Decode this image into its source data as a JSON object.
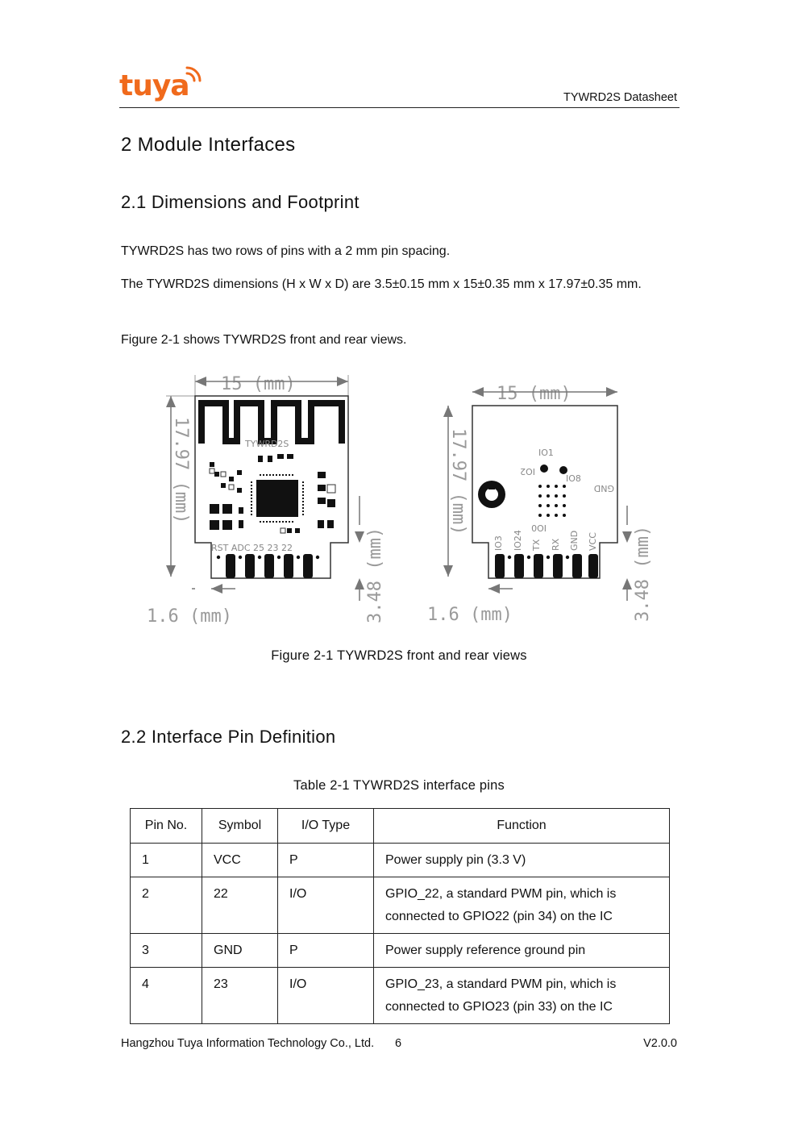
{
  "header": {
    "logo_text": "tuya",
    "doc_title": "TYWRD2S Datasheet",
    "brand_color": "#f06a1c"
  },
  "section": {
    "title": "2 Module Interfaces"
  },
  "subsection_1": {
    "title": "2.1 Dimensions and Footprint",
    "paragraphs": [
      "TYWRD2S has two rows of pins with a 2 mm pin spacing.",
      "The TYWRD2S dimensions (H x W x D) are 3.5±0.15 mm x 15±0.35 mm x 17.97±0.35 mm.",
      "Figure 2-1 shows TYWRD2S front and rear views."
    ]
  },
  "figure": {
    "caption": "Figure 2-1 TYWRD2S front and rear views",
    "front": {
      "width_label": "15 (mm)",
      "height_label": "17.97 (mm)",
      "pin_offset_label": "1.6 (mm)",
      "pin_length_label": "3.48 (mm)",
      "module_label": "TYWRD2S",
      "pin_labels": "RST ADC 25 23 22"
    },
    "rear": {
      "width_label": "15 (mm)",
      "height_label": "17.97 (mm)",
      "pin_offset_label": "1.6 (mm)",
      "pin_length_label": "3.48 (mm)",
      "pad_labels": [
        "IO1",
        "IO2",
        "IO8",
        "GND",
        "IO0"
      ],
      "pin_labels": [
        "IO3",
        "IO24",
        "TX",
        "RX",
        "GND",
        "VCC"
      ]
    }
  },
  "subsection_2": {
    "title": "2.2 Interface Pin Definition"
  },
  "table": {
    "caption": "Table 2-1 TYWRD2S interface pins",
    "headers": [
      "Pin No.",
      "Symbol",
      "I/O Type",
      "Function"
    ],
    "rows": [
      [
        "1",
        "VCC",
        "P",
        "Power supply pin (3.3 V)"
      ],
      [
        "2",
        "22",
        "I/O",
        "GPIO_22, a standard PWM pin, which is connected to GPIO22 (pin 34) on the IC"
      ],
      [
        "3",
        "GND",
        "P",
        "Power supply reference ground pin"
      ],
      [
        "4",
        "23",
        "I/O",
        "GPIO_23, a standard PWM pin, which is connected to GPIO23 (pin 33) on the IC"
      ]
    ]
  },
  "footer": {
    "company": "Hangzhou Tuya Information Technology Co., Ltd.",
    "page": "6",
    "version": "V2.0.0"
  }
}
